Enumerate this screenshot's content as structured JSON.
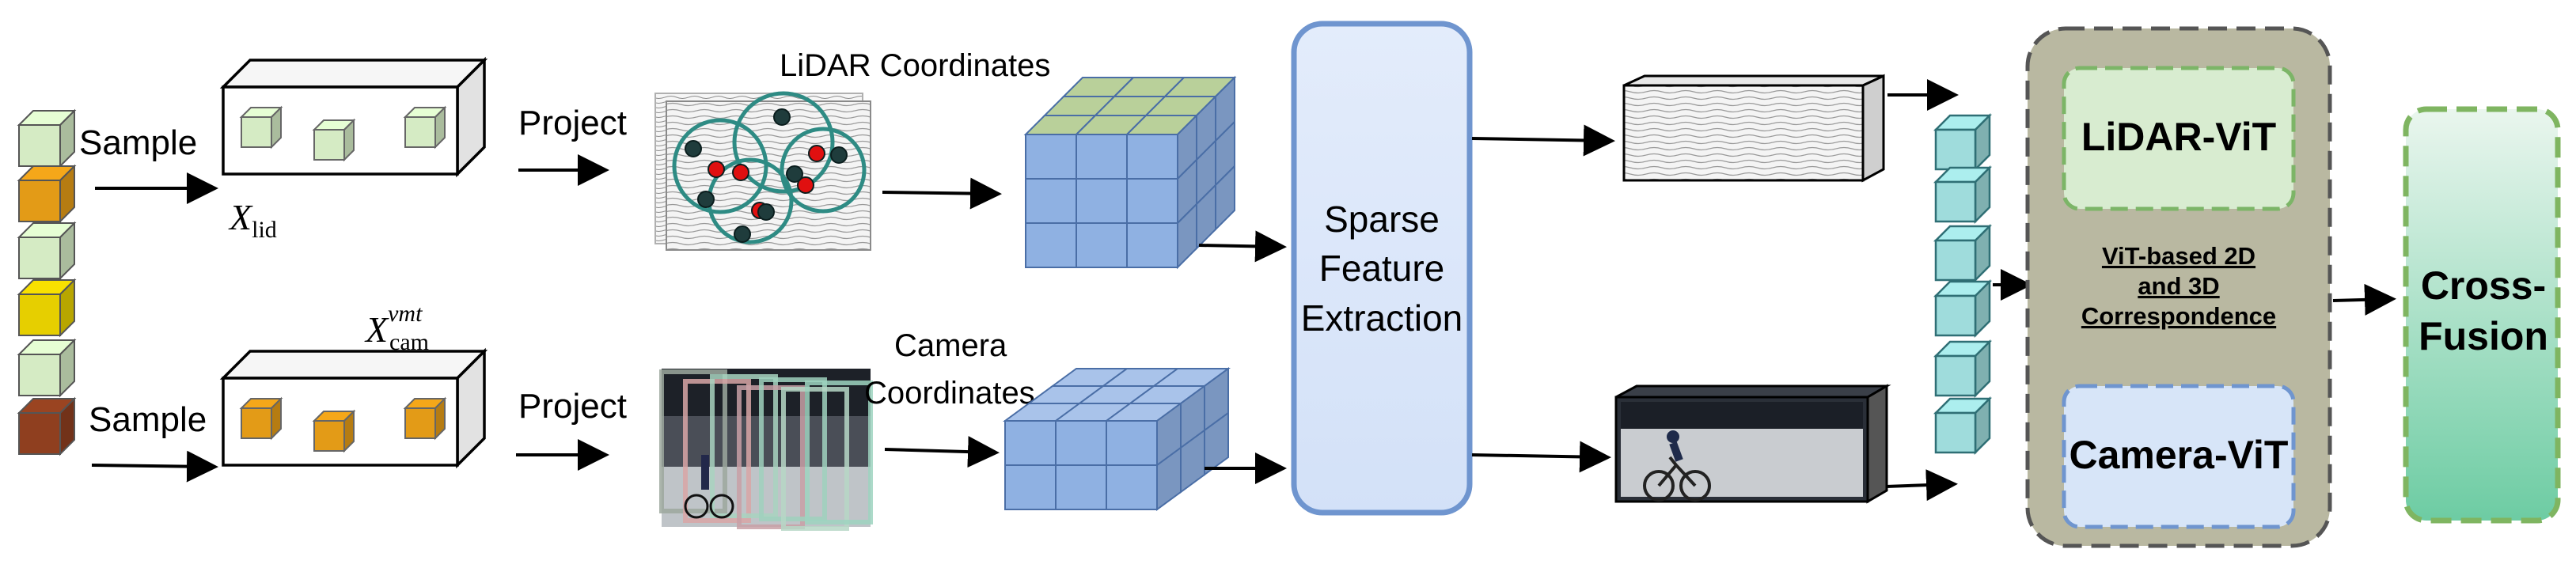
{
  "labels": {
    "sample": "Sample",
    "project": "Project",
    "lidar_coordinates": "LiDAR Coordinates",
    "camera": "Camera",
    "coordinates": "Coordinates",
    "sparse": "Sparse",
    "feature": "Feature",
    "extraction": "Extraction",
    "lidar_vit": "LiDAR-ViT",
    "camera_vit": "Camera-ViT",
    "corr_line1": "ViT-based 2D",
    "corr_line2": "and 3D",
    "corr_line3": "Correspondence",
    "cross": "Cross-",
    "fusion": "Fusion"
  },
  "math": {
    "x_lid_base": "X",
    "x_lid_sub": "lid",
    "x_cam_base": "X",
    "x_cam_sup": "vmt",
    "x_cam_sub": "cam"
  },
  "colors": {
    "cube_light_green": "#d5ebc4",
    "cube_orange": "#e39b17",
    "cube_yellow": "#e6cf00",
    "cube_brown": "#8f3f1f",
    "grid_blue": "#8fb1e2",
    "grid_green_top": "#c6d8ab",
    "sparse_box": "#dbe7fb",
    "sparse_border": "#6f95cf",
    "teal_cube": "#9fdcdc",
    "vit_panel": "#b9b8a1",
    "lidar_vit_bg": "#d8ecd0",
    "camera_vit_bg": "#d7e5f8",
    "cross_fusion_top": "#e5f3ea",
    "cross_fusion_bottom": "#6dcca3",
    "lidar_ring": "#2e8b84",
    "lidar_point_red": "#e01010",
    "lidar_point_dark": "#1f3c3c"
  }
}
